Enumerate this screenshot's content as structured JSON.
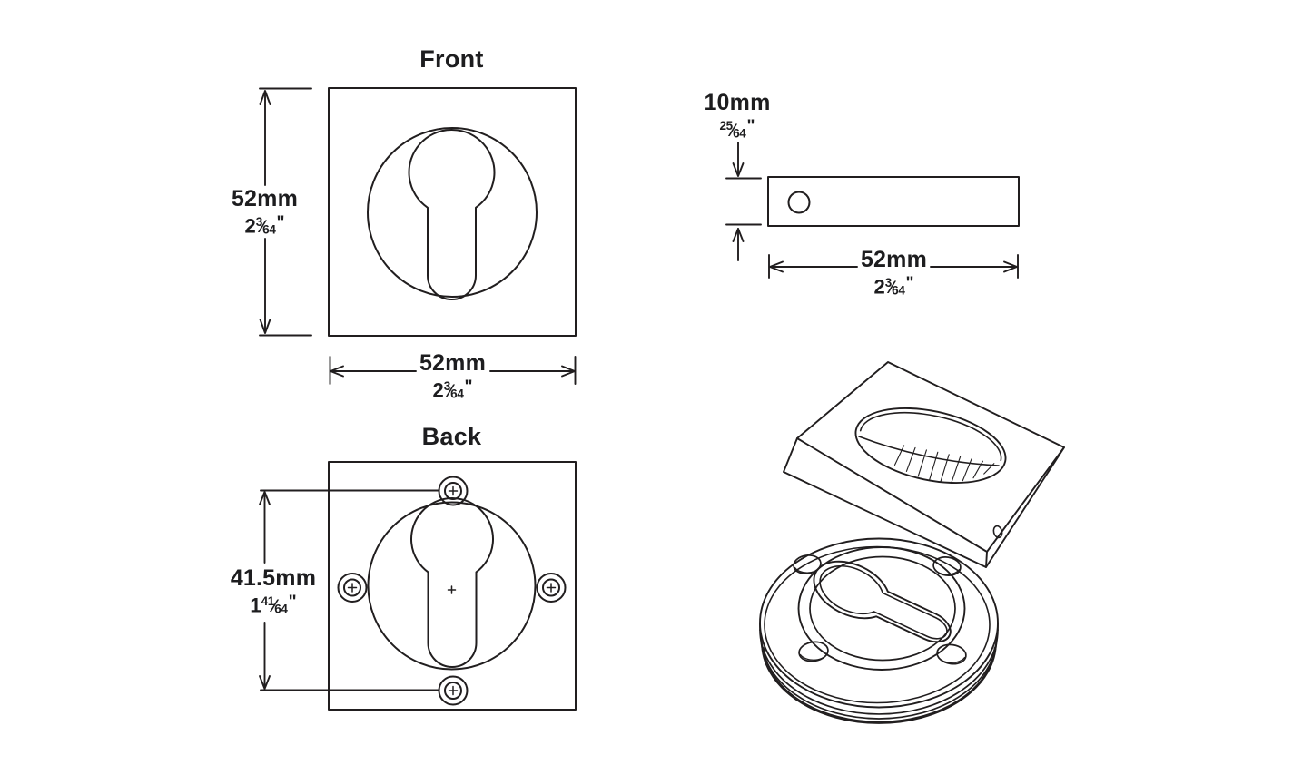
{
  "symbols": {
    "fraction_slash": "⁄"
  },
  "front_view": {
    "title": "Front",
    "height_dim": {
      "metric": "52mm",
      "inch_whole": "2",
      "inch_num": "3",
      "inch_den": "64",
      "inch_unit": "\""
    },
    "width_dim": {
      "metric": "52mm",
      "inch_whole": "2",
      "inch_num": "3",
      "inch_den": "64",
      "inch_unit": "\""
    }
  },
  "side_view": {
    "thickness_dim": {
      "metric": "10mm",
      "inch_whole": "",
      "inch_num": "25",
      "inch_den": "64",
      "inch_unit": "\""
    },
    "width_dim": {
      "metric": "52mm",
      "inch_whole": "2",
      "inch_num": "3",
      "inch_den": "64",
      "inch_unit": "\""
    }
  },
  "back_view": {
    "title": "Back",
    "hole_spacing_dim": {
      "metric": "41.5mm",
      "inch_whole": "1",
      "inch_num": "41",
      "inch_den": "64",
      "inch_unit": "\""
    }
  },
  "colors": {
    "line": "#211e1f",
    "background": "#ffffff"
  }
}
